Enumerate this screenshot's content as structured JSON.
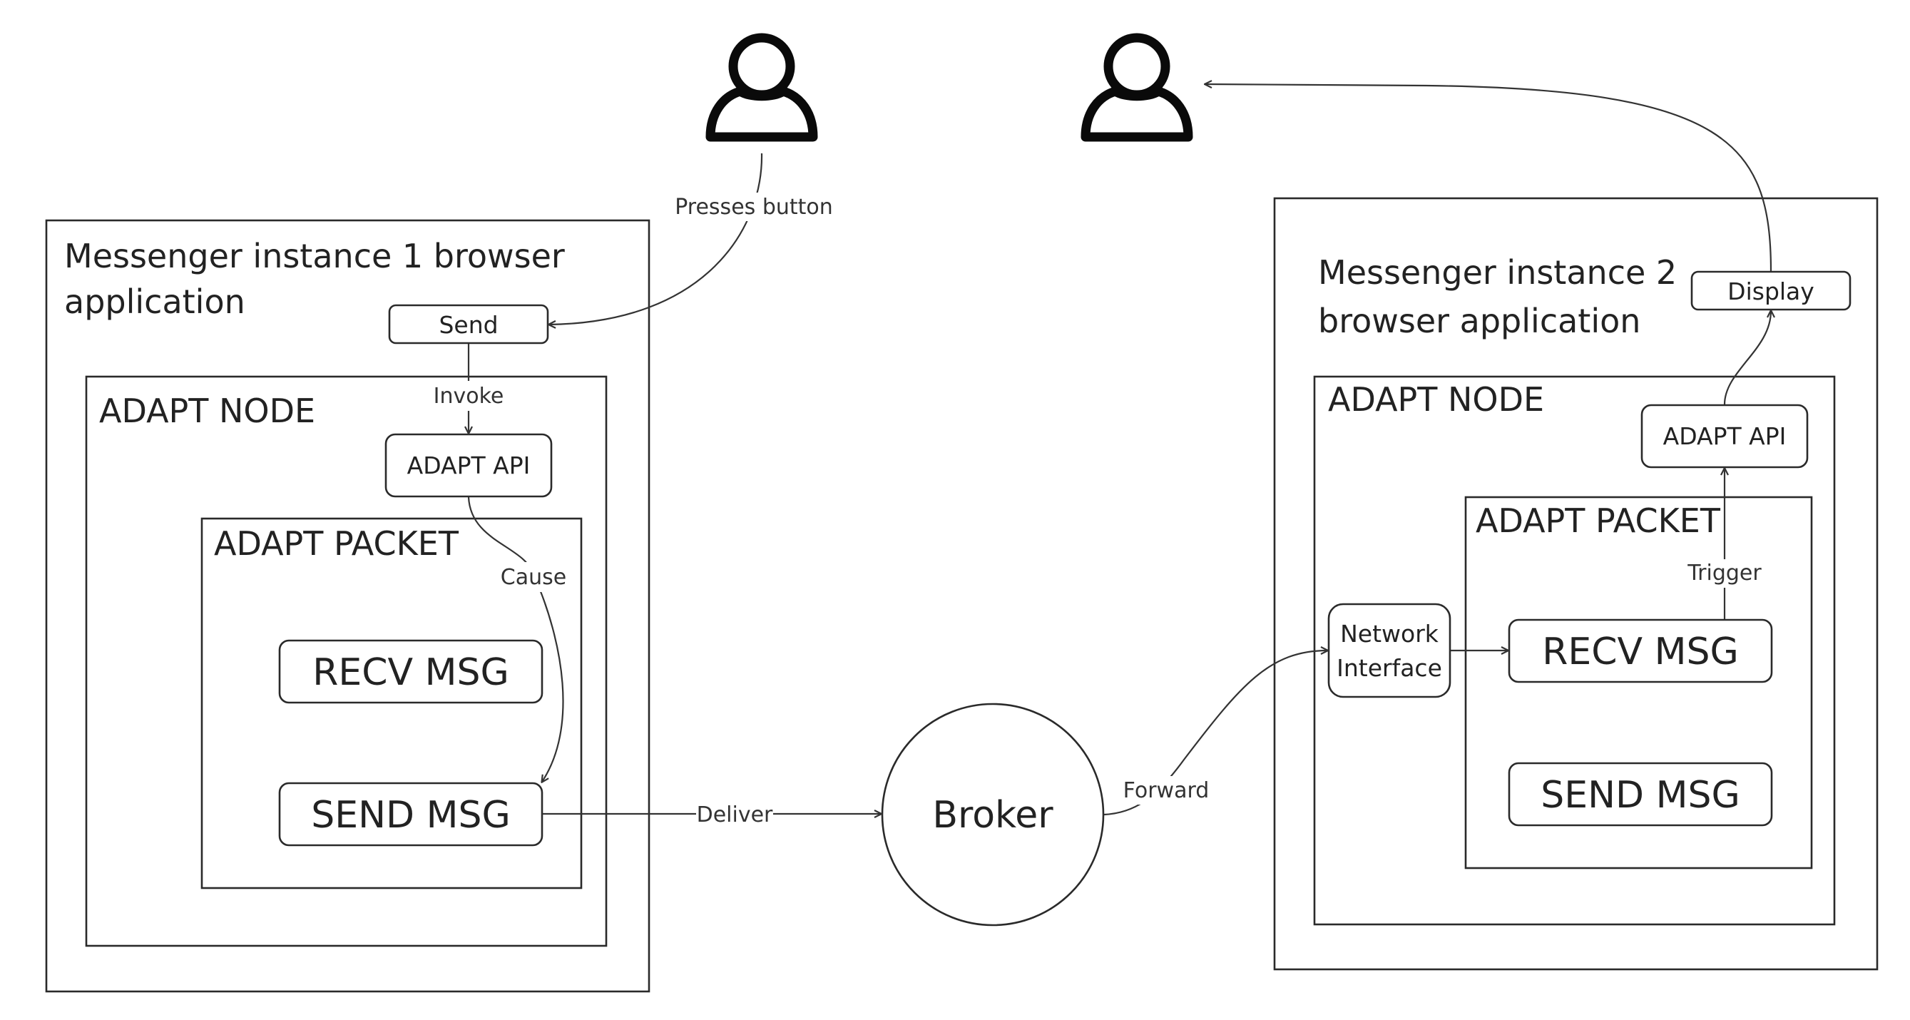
{
  "instance1": {
    "title_line1": "Messenger instance 1 browser",
    "title_line2": "application",
    "send_button": "Send",
    "node_title": "ADAPT NODE",
    "api": "ADAPT API",
    "packet_title": "ADAPT PACKET",
    "recv": "RECV MSG",
    "send_msg": "SEND MSG"
  },
  "instance2": {
    "title_line1": "Messenger instance 2",
    "title_line2": "browser application",
    "display_button": "Display",
    "node_title": "ADAPT NODE",
    "api": "ADAPT API",
    "packet_title": "ADAPT PACKET",
    "network_line1": "Network",
    "network_line2": "Interface",
    "recv": "RECV MSG",
    "send_msg": "SEND MSG"
  },
  "broker": "Broker",
  "edges": {
    "presses_button": "Presses button",
    "invoke": "Invoke",
    "cause": "Cause",
    "deliver": "Deliver",
    "forward": "Forward",
    "trigger": "Trigger"
  },
  "icons": {
    "user1": "user-icon",
    "user2": "user-icon"
  }
}
